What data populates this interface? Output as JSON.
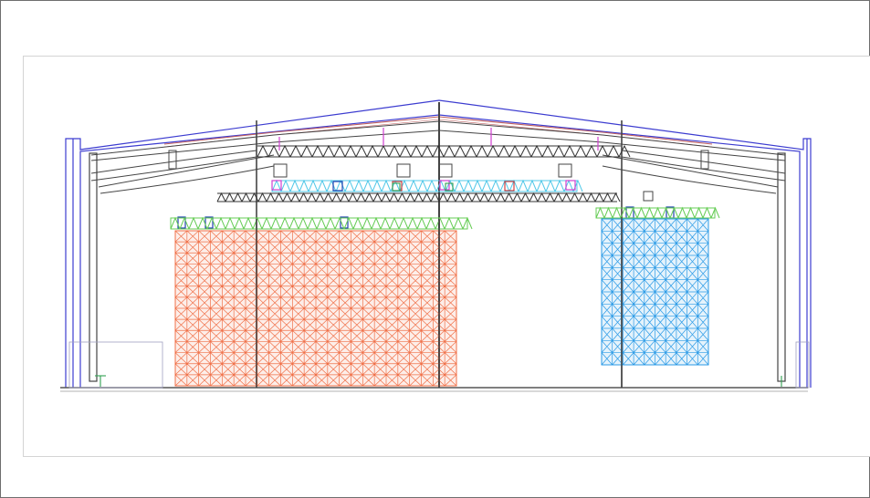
{
  "colors": {
    "frame_border": "#6e6e6e",
    "panel_border": "#d4d4d4",
    "outline_blue": "#3c3cd0",
    "roof_red": "#c06060",
    "steel_dark": "#444444",
    "truss_cyan": "#50c8e8",
    "truss_green": "#66cc55",
    "rack_orange": "#f07048",
    "rack_blue": "#2a9ae6",
    "accent_magenta": "#d040d0",
    "accent_blue_dark": "#2040b0"
  },
  "icons": {
    "outline": "building-outline-icon",
    "rack_a": "grid-rack-icon",
    "rack_b": "grid-rack-icon"
  },
  "rack_a": {
    "cols": 24,
    "rows": 14
  },
  "rack_b": {
    "cols": 10,
    "rows": 12
  }
}
